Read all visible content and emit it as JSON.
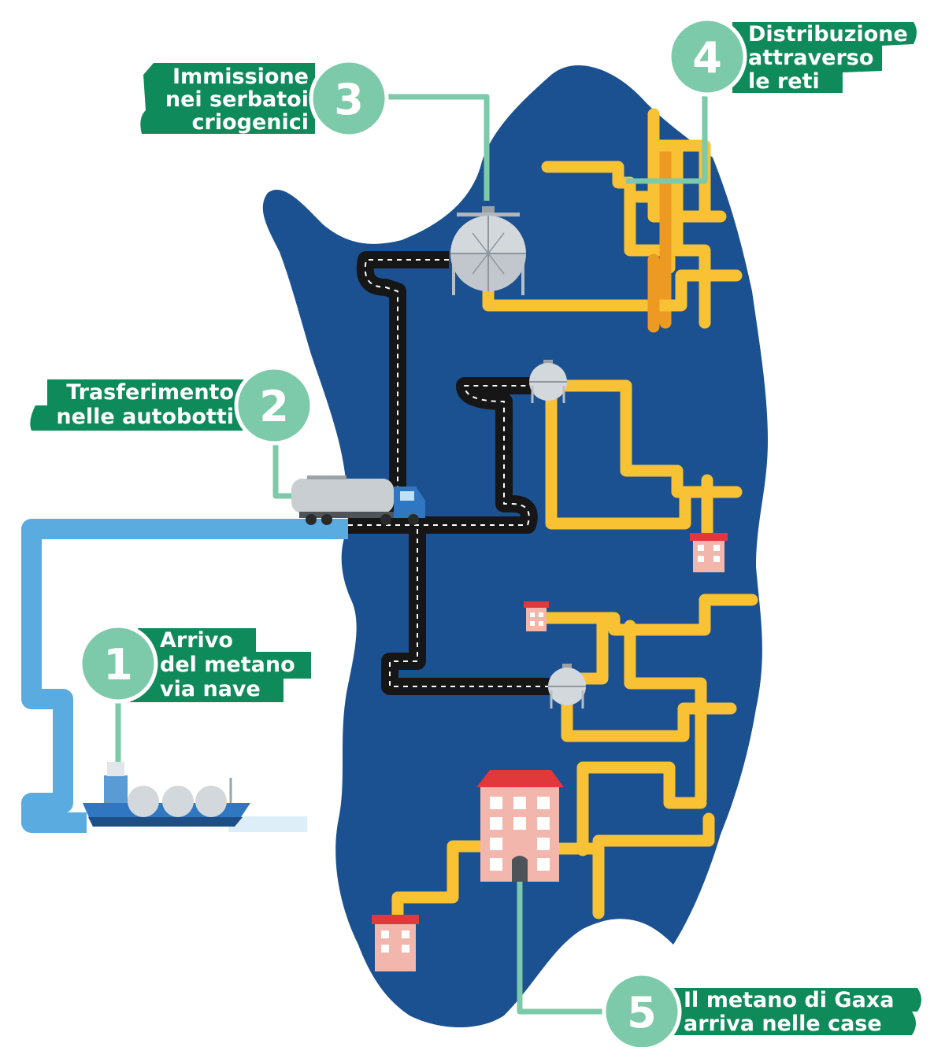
{
  "steps": [
    {
      "number": "1",
      "lines": [
        "Arrivo",
        "del metano",
        "via nave"
      ]
    },
    {
      "number": "2",
      "lines": [
        "Trasferimento",
        "nelle autobotti"
      ]
    },
    {
      "number": "3",
      "lines": [
        "Immissione",
        "nei serbatoi",
        "criogenici"
      ]
    },
    {
      "number": "4",
      "lines": [
        "Distribuzione",
        "attraverso",
        "le reti"
      ]
    },
    {
      "number": "5",
      "lines": [
        "Il metano di Gaxa",
        "arriva nelle case"
      ]
    }
  ],
  "colors": {
    "island": "#1b5190",
    "label_bg": "#0f8a5a",
    "circle": "#7ccaa9",
    "pipe_gas": "#f9c234",
    "pipe_sea": "#5aabdf",
    "road": "#161616"
  },
  "icons": [
    "ship-icon",
    "tanker-truck-icon",
    "spherical-tank-icon",
    "building-icon"
  ]
}
